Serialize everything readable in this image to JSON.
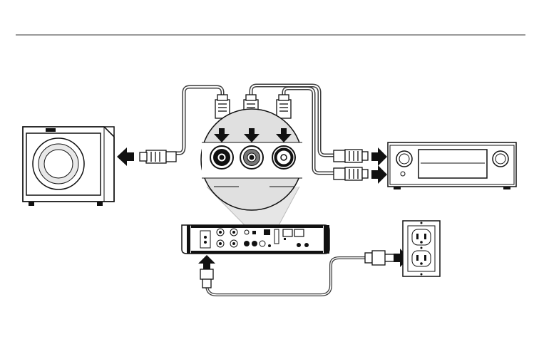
{
  "diagram": {
    "components": [
      {
        "id": "subwoofer",
        "label": "",
        "icon": "subwoofer-icon"
      },
      {
        "id": "streamer-hub",
        "label": "",
        "icon": "streamer-rear-panel-icon"
      },
      {
        "id": "av-receiver",
        "label": "",
        "icon": "av-receiver-icon"
      },
      {
        "id": "wall-outlet",
        "label": "",
        "icon": "wall-outlet-icon"
      },
      {
        "id": "rca-jacks",
        "label": "",
        "icon": "rca-jack-icon"
      }
    ],
    "connections": [
      {
        "from": "streamer-hub",
        "to": "subwoofer",
        "cable": "rca-sub-cable"
      },
      {
        "from": "streamer-hub",
        "to": "av-receiver",
        "cable": "rca-stereo-cable"
      },
      {
        "from": "wall-outlet",
        "to": "streamer-hub",
        "cable": "power-cord"
      }
    ],
    "colors": {
      "line": "#111111",
      "cable": "#4a4a4a",
      "gray_fill": "#d8d8d8",
      "magnifier_fill": "#e2e2e2",
      "background": "#ffffff"
    }
  }
}
